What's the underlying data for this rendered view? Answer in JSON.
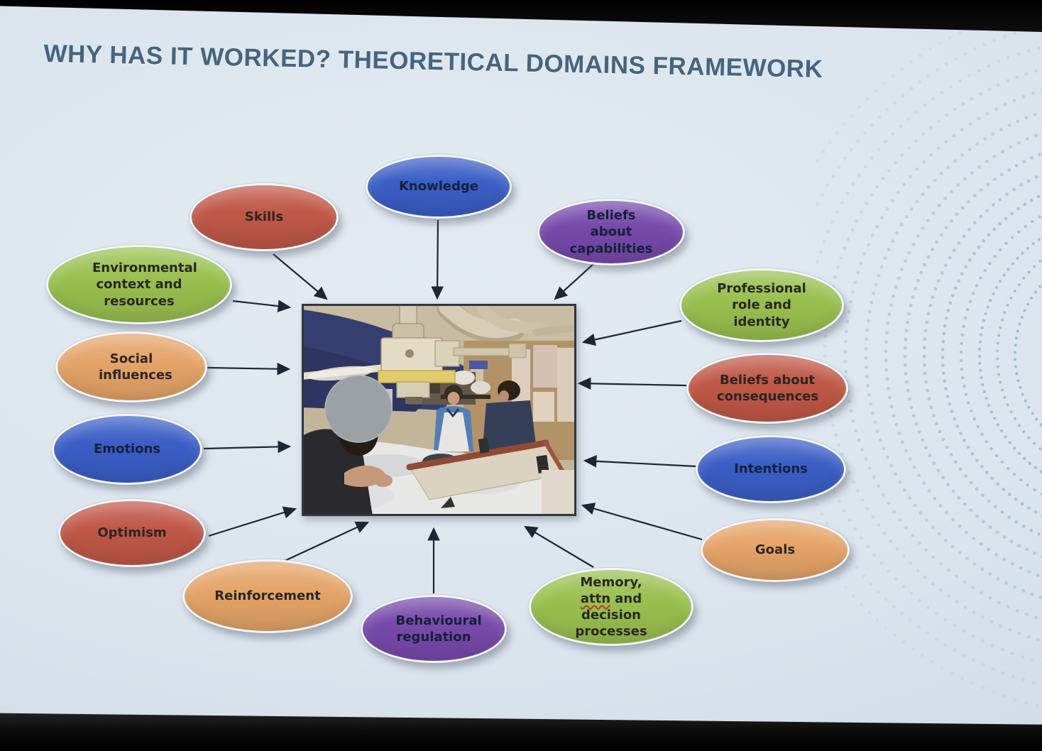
{
  "slide": {
    "title": "WHY HAS IT WORKED? THEORETICAL DOMAINS FRAMEWORK"
  },
  "palette": {
    "blue": "#3a5ec6",
    "red": "#c05847",
    "green": "#99c04f",
    "orange": "#e5a468",
    "purple": "#7749ab",
    "title_text": "#44657f",
    "arrow": "#1d2733",
    "slide_bg": "#dbe4ed",
    "pattern_teal": "#4f8b9c",
    "bezel": "#0b0b0c",
    "misspelling_underline": "#c0392b"
  },
  "domains": [
    {
      "id": "skills",
      "label": "Skills",
      "color": "red"
    },
    {
      "id": "knowledge",
      "label": "Knowledge",
      "color": "blue"
    },
    {
      "id": "beliefs-about-capabilities",
      "label": "Beliefs about capabilities",
      "color": "purple"
    },
    {
      "id": "environmental-context-and-resources",
      "label": "Environmental context and resources",
      "color": "green"
    },
    {
      "id": "professional-role-and-identity",
      "label": "Professional role and identity",
      "color": "green"
    },
    {
      "id": "social-influences",
      "label": "Social influences",
      "color": "orange"
    },
    {
      "id": "beliefs-about-consequences",
      "label": "Beliefs about consequences",
      "color": "red"
    },
    {
      "id": "emotions",
      "label": "Emotions",
      "color": "blue"
    },
    {
      "id": "intentions",
      "label": "Intentions",
      "color": "blue"
    },
    {
      "id": "optimism",
      "label": "Optimism",
      "color": "red"
    },
    {
      "id": "goals",
      "label": "Goals",
      "color": "orange"
    },
    {
      "id": "reinforcement",
      "label": "Reinforcement",
      "color": "orange"
    },
    {
      "id": "behavioural-regulation",
      "label": "Behavioural regulation",
      "color": "purple"
    },
    {
      "id": "memory-attn-and-decision-processes",
      "label": "Memory, attn and decision processes",
      "label_prefix": "Memory, ",
      "label_marked": "attn",
      "label_suffix": " and decision processes",
      "color": "green"
    }
  ],
  "central_image": {
    "description": "Photograph of an interventional operating theatre: ceiling-mounted X-ray machine with yellow collar, clinicians in blue scrubs and white lead apron beside a patient draped in white sheets, cream overbed table with maroon edge trim, foreground clinician's face obscured by a grey circle."
  }
}
